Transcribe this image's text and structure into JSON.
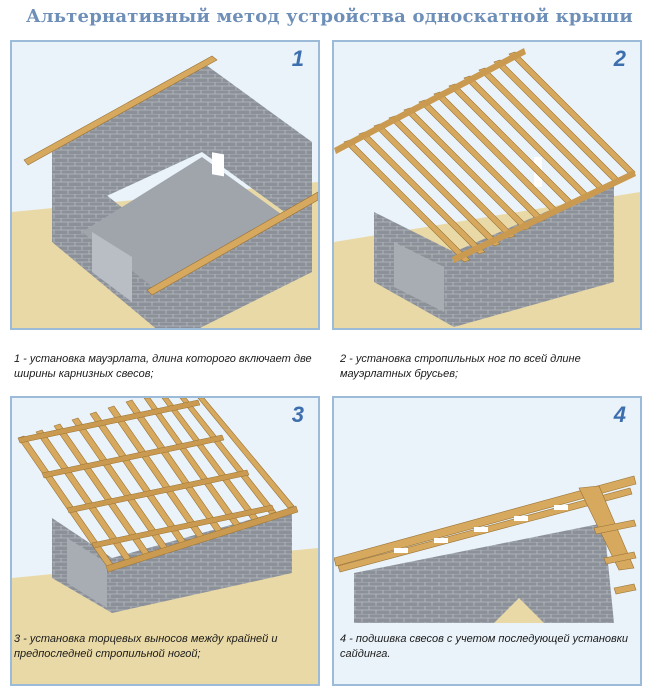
{
  "title": "Альтернативный метод устройства односкатной крыши",
  "panels": [
    {
      "number": "1",
      "caption": "1 - установка мауэрлата, длина которого включает две ширины карнизных свесов;"
    },
    {
      "number": "2",
      "caption": "2 - установка стропильных ног по всей длине мауэрлатных брусьев;"
    },
    {
      "number": "3",
      "caption": "3 - установка торцевых выносов между крайней и предпоследней стропильной ногой;"
    },
    {
      "number": "4",
      "caption": "4 - подшивка свесов с учетом последующей установки сайдинга."
    }
  ],
  "colors": {
    "border": "#9bbbd8",
    "sky": "#eaf3fa",
    "ground": "#e9d9a6",
    "brick": "#8a8f97",
    "timber": "#d6a95f",
    "number": "#3d6fae",
    "title": "#6e8fb8"
  }
}
